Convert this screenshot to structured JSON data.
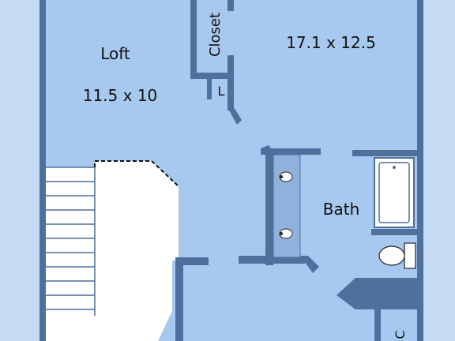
{
  "rooms": {
    "loft": {
      "name": "Loft",
      "dims": "11.5 x 10"
    },
    "bedroom": {
      "dims": "17.1 x 12.5"
    },
    "bath": {
      "name": "Bath"
    }
  },
  "labels": {
    "closet": "Closet",
    "linen": "L",
    "closet_small": "C"
  },
  "colors": {
    "background": "#c6dcf4",
    "floor": "#a8c9ef",
    "wall": "#4f6f9c",
    "vanity": "#8fb2dc",
    "fixture": "#ffffff"
  }
}
